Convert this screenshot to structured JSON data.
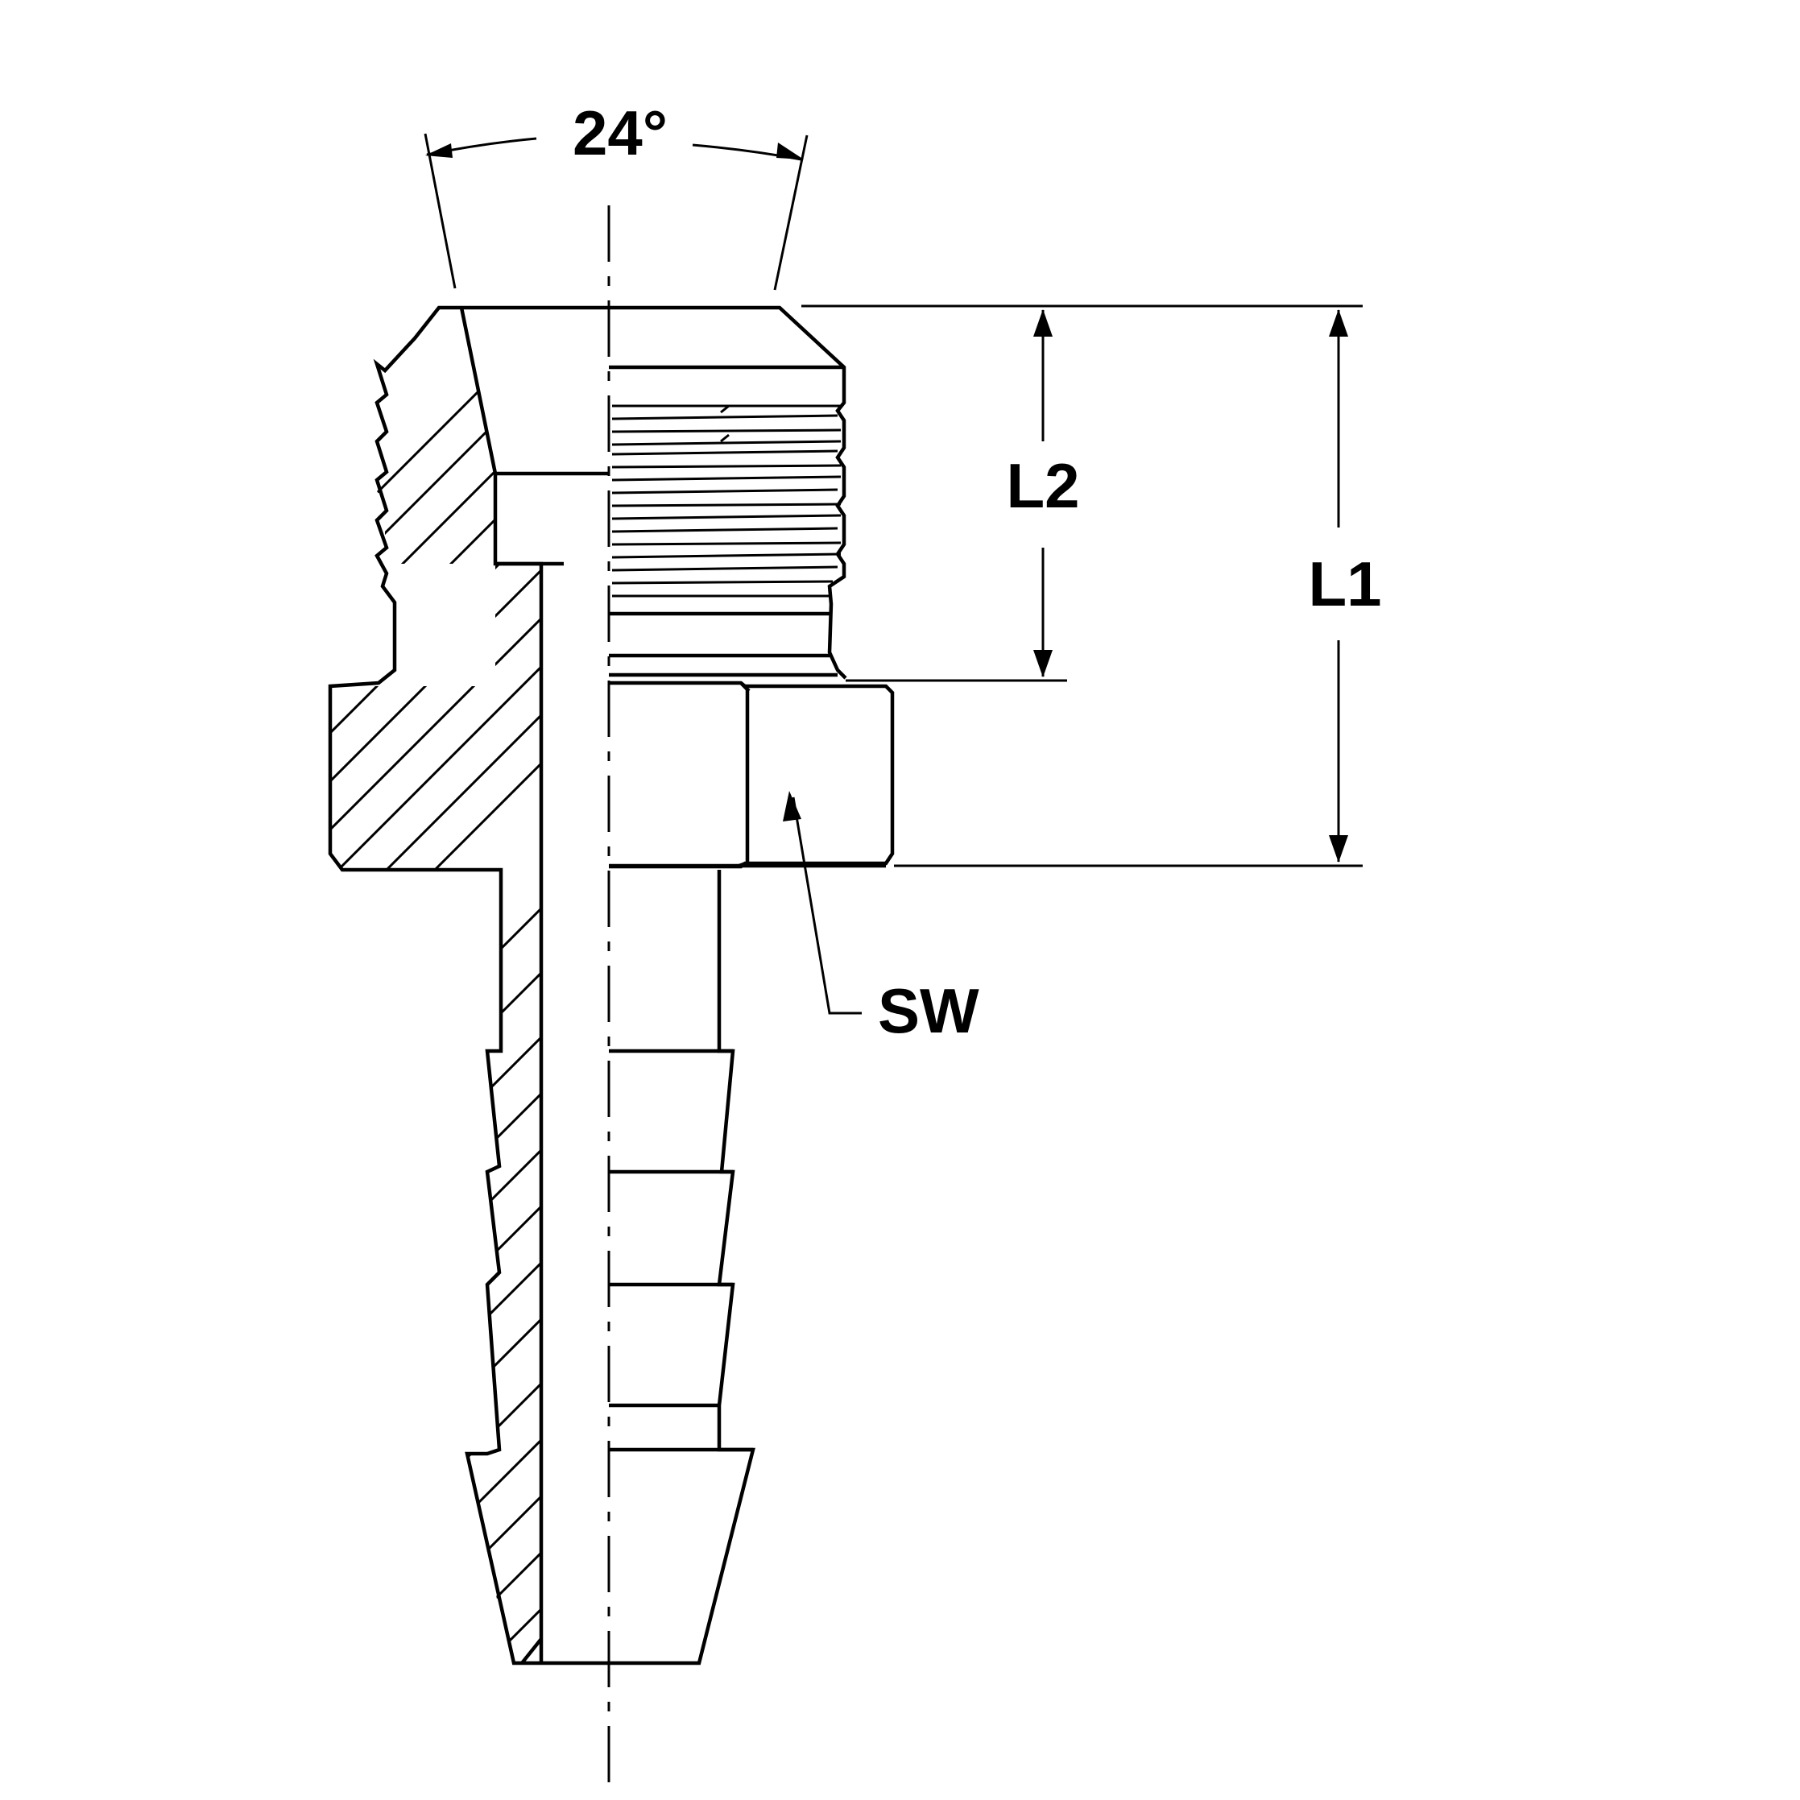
{
  "labels": {
    "angle": "24°",
    "l1": "L1",
    "l2": "L2",
    "sw": "SW"
  },
  "colors": {
    "line": "#000000",
    "background": "#ffffff"
  }
}
